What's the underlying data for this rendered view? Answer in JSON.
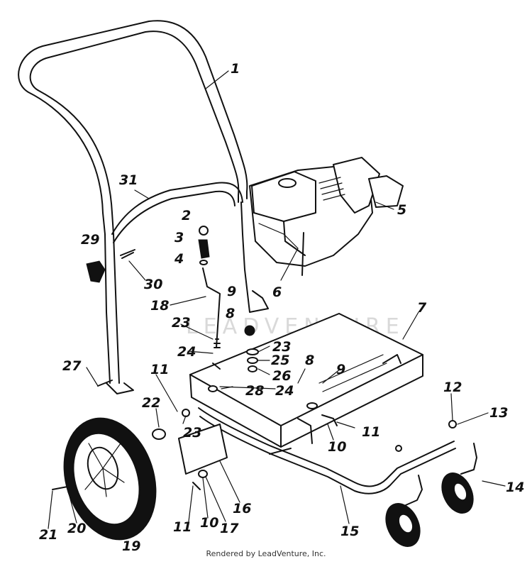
{
  "watermark": "LEADVENTURE",
  "footer": "Rendered by LeadVenture, Inc.",
  "labels": [
    "1",
    "2",
    "3",
    "4",
    "5",
    "6",
    "7",
    "8",
    "8",
    "9",
    "9",
    "10",
    "10",
    "11",
    "11",
    "11",
    "12",
    "13",
    "14",
    "15",
    "16",
    "17",
    "18",
    "19",
    "20",
    "21",
    "22",
    "23",
    "23",
    "23",
    "24",
    "24",
    "25",
    "26",
    "27",
    "28",
    "29",
    "30",
    "31"
  ]
}
